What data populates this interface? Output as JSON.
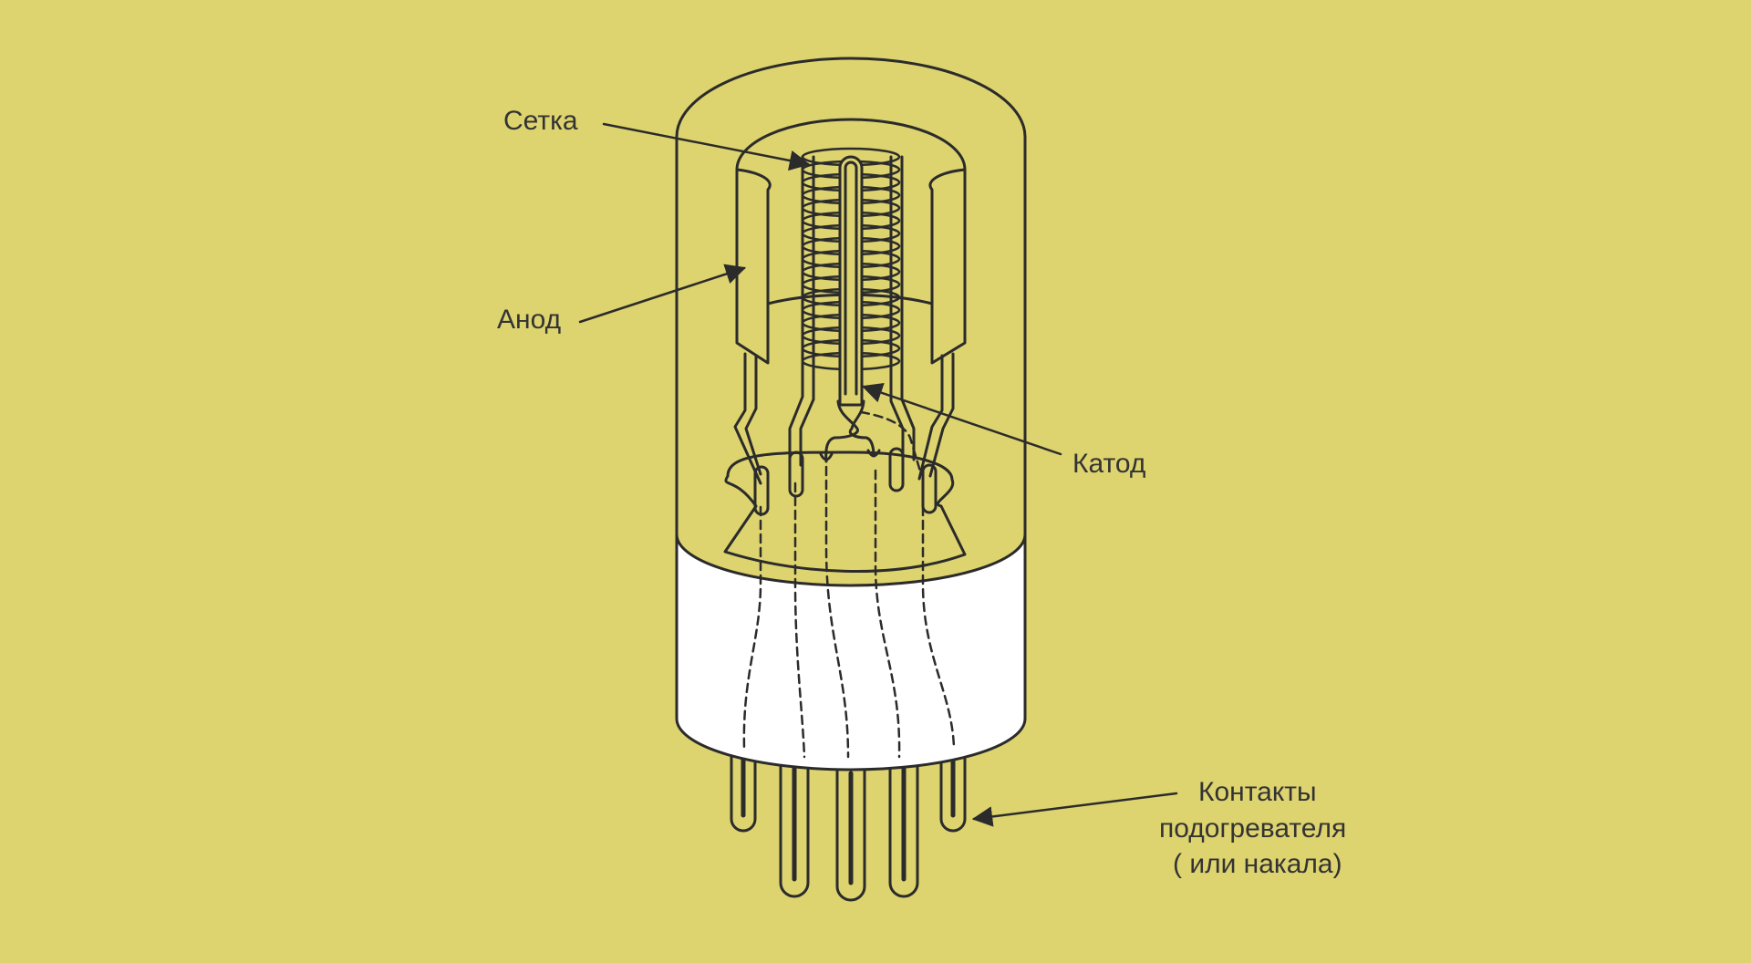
{
  "diagram": {
    "labels": {
      "grid": "Сетка",
      "anode": "Анод",
      "cathode": "Катод",
      "heater_contacts": [
        "Контакты",
        "подогревателя",
        "( или накала)"
      ]
    },
    "colors": {
      "background": "#DDD36F",
      "line": "#2B2B2B",
      "base_fill": "#FFFFFF"
    }
  }
}
